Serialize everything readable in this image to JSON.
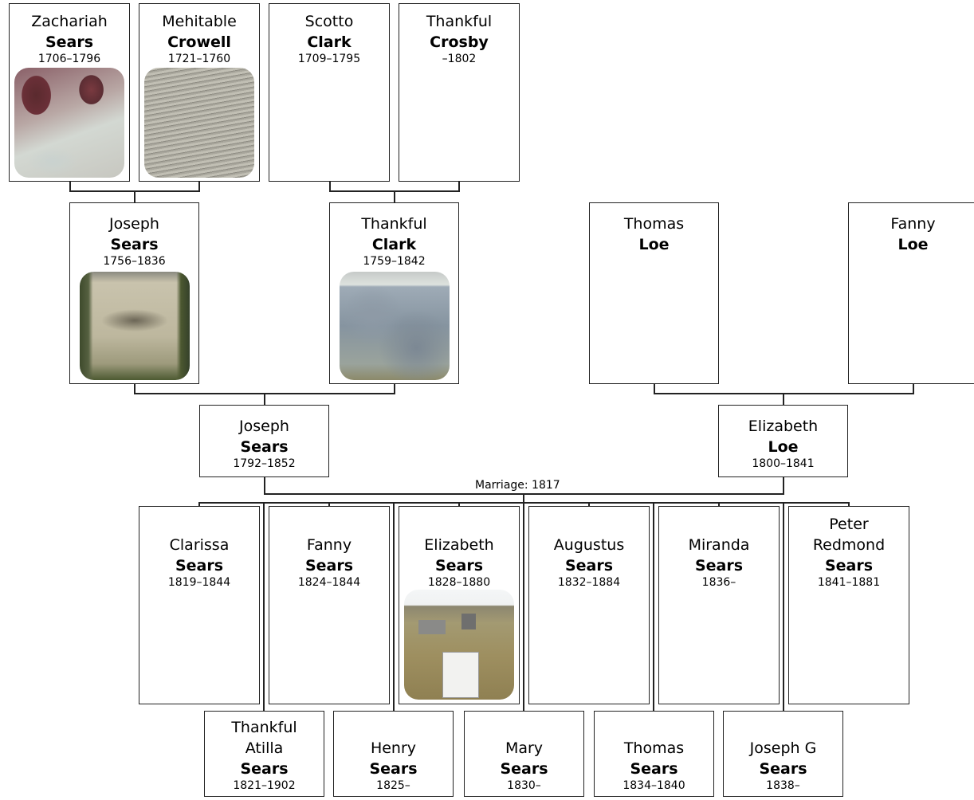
{
  "people": {
    "zachariah": {
      "given": "Zachariah",
      "surname": "Sears",
      "dates": "1706–1796"
    },
    "mehitable": {
      "given": "Mehitable",
      "surname": "Crowell",
      "dates": "1721–1760"
    },
    "scotto": {
      "given": "Scotto",
      "surname": "Clark",
      "dates": "1709–1795"
    },
    "thankful_crosby": {
      "given": "Thankful",
      "surname": "Crosby",
      "dates": "–1802"
    },
    "joseph_elder": {
      "given": "Joseph",
      "surname": "Sears",
      "dates": "1756–1836"
    },
    "thankful_clark": {
      "given": "Thankful",
      "surname": "Clark",
      "dates": "1759–1842"
    },
    "thomas_loe": {
      "given": "Thomas",
      "surname": "Loe",
      "dates": ""
    },
    "fanny_loe": {
      "given": "Fanny",
      "surname": "Loe",
      "dates": ""
    },
    "joseph": {
      "given": "Joseph",
      "surname": "Sears",
      "dates": "1792–1852"
    },
    "elizabeth_loe": {
      "given": "Elizabeth",
      "surname": "Loe",
      "dates": "1800–1841"
    }
  },
  "marriage_label": "Marriage: 1817",
  "children_row1": [
    {
      "given": "Clarissa",
      "surname": "Sears",
      "dates": "1819–1844"
    },
    {
      "given": "Fanny",
      "surname": "Sears",
      "dates": "1824–1844"
    },
    {
      "given": "Elizabeth",
      "surname": "Sears",
      "dates": "1828–1880"
    },
    {
      "given": "Augustus",
      "surname": "Sears",
      "dates": "1832–1884"
    },
    {
      "given": "Miranda",
      "surname": "Sears",
      "dates": "1836–"
    },
    {
      "given": "Peter Redmond",
      "surname": "Sears",
      "dates": "1841–1881"
    }
  ],
  "children_row2": [
    {
      "given": "Thankful Atilla",
      "surname": "Sears",
      "dates": "1821–1902"
    },
    {
      "given": "Henry",
      "surname": "Sears",
      "dates": "1825–"
    },
    {
      "given": "Mary",
      "surname": "Sears",
      "dates": "1830–"
    },
    {
      "given": "Thomas",
      "surname": "Sears",
      "dates": "1834–1840"
    },
    {
      "given": "Joseph G",
      "surname": "Sears",
      "dates": "1838–"
    }
  ]
}
